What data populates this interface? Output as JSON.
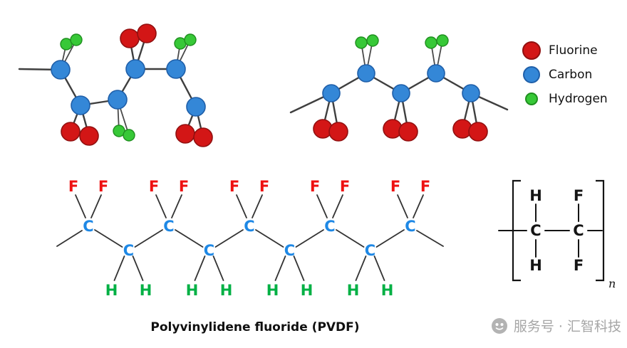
{
  "legend": {
    "items": [
      {
        "label": "Fluorine",
        "color": "#d31616"
      },
      {
        "label": "Carbon",
        "color": "#3487d7"
      },
      {
        "label": "Hydrogen",
        "color": "#37c837"
      }
    ]
  },
  "atoms": {
    "carbon": "C",
    "fluorine": "F",
    "hydrogen": "H"
  },
  "repeat_unit": {
    "subscript": "n"
  },
  "caption": "Polyvinylidene fluoride (PVDF)",
  "watermark": {
    "text": "服务号 · 汇智科技"
  },
  "colors": {
    "model_carbon": "#3487d7",
    "model_fluorine": "#d31616",
    "model_hydrogen": "#37c837",
    "formula_carbon": "#1e88e5",
    "formula_fluorine": "#ee1111",
    "formula_hydrogen": "#00b044"
  }
}
